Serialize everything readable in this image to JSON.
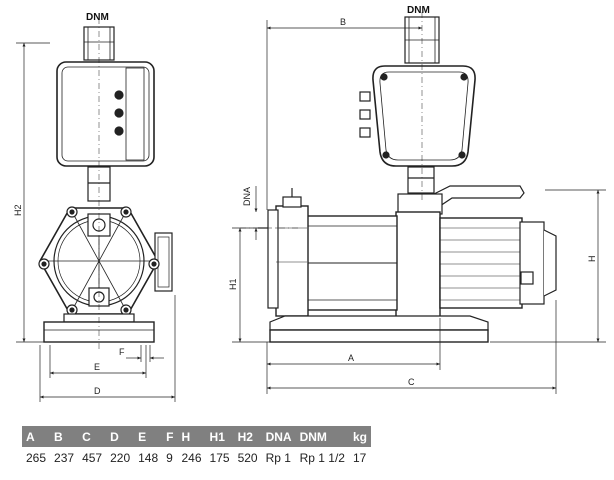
{
  "labels": {
    "dnm_front": "DNM",
    "dnm_side": "DNM",
    "dna": "DNA",
    "h2": "H2",
    "h1": "H1",
    "h": "H",
    "e": "E",
    "f": "F",
    "d": "D",
    "b": "B",
    "a": "A",
    "c": "C"
  },
  "table": {
    "headers": [
      "A",
      "B",
      "C",
      "D",
      "E",
      "F",
      "H",
      "H1",
      "H2",
      "DNA",
      "DNM",
      "kg"
    ],
    "values": [
      "265",
      "237",
      "457",
      "220",
      "148",
      "9",
      "246",
      "175",
      "520",
      "Rp 1",
      "Rp 1 1/2",
      "17"
    ]
  },
  "colors": {
    "line": "#222222",
    "header_bg": "#808080",
    "header_text": "#ffffff"
  }
}
